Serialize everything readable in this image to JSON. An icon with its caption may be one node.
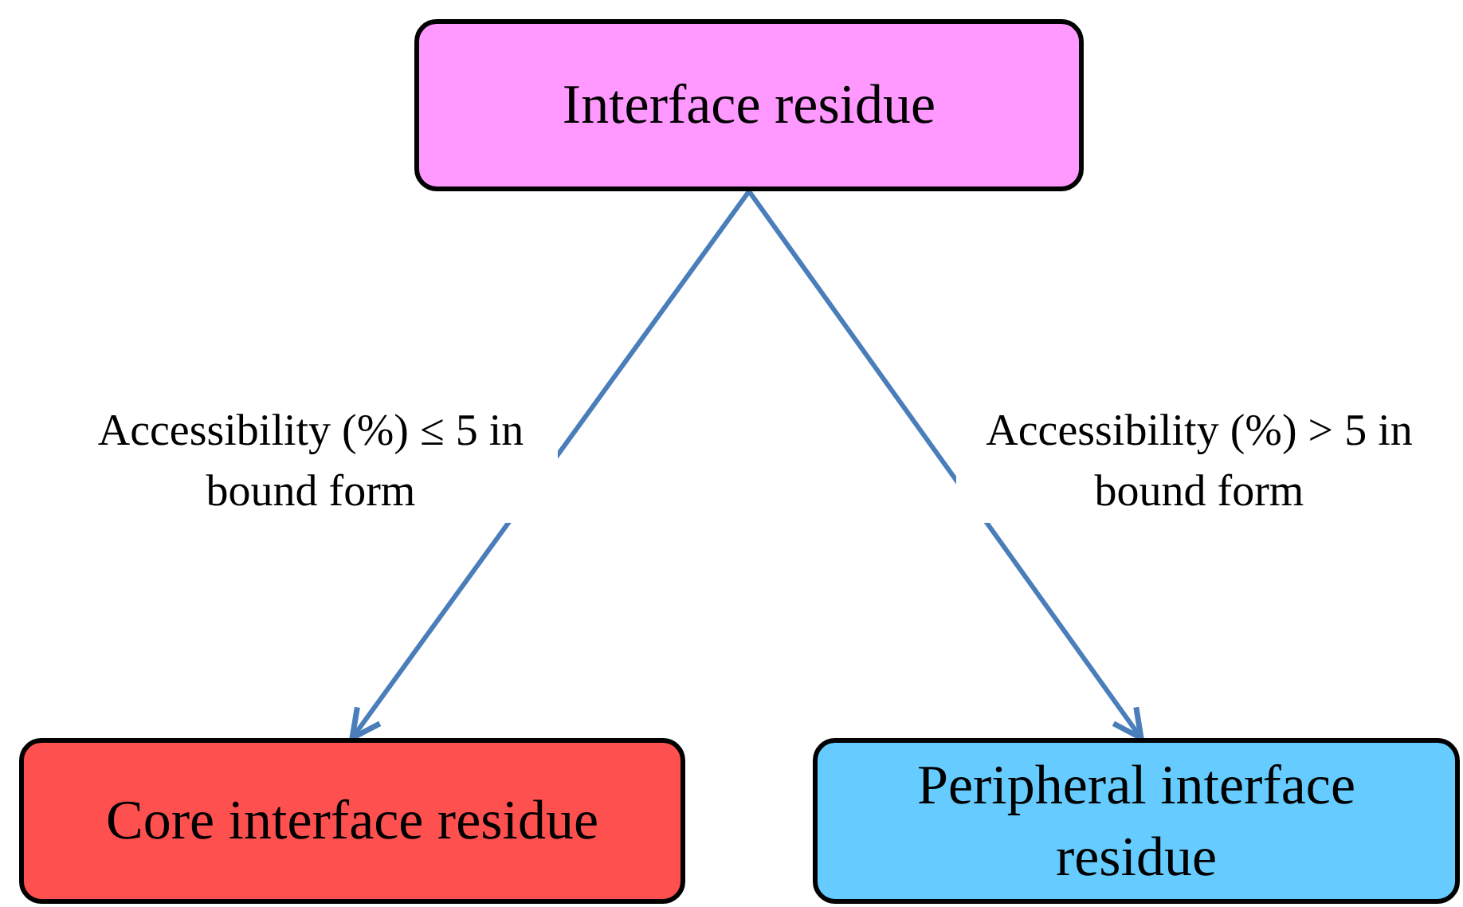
{
  "diagram": {
    "nodes": [
      {
        "text": [
          "Interface residue"
        ]
      },
      {
        "text": [
          "Core interface residue"
        ]
      },
      {
        "text": [
          "Peripheral interface residue"
        ]
      }
    ],
    "edges": [
      {
        "from": 0,
        "to": 1,
        "arrow": "to",
        "label": "Accessibility (%) ≤ 5 in bound form"
      },
      {
        "from": 0,
        "to": 2,
        "arrow": "to",
        "label": "Accessibility (%) > 5 in bound form"
      }
    ]
  }
}
